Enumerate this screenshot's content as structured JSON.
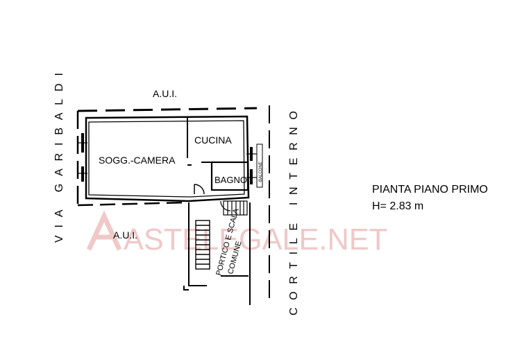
{
  "labels": {
    "street": "VIA GARIBALDI",
    "courtyard": "CORTILE INTERNO",
    "aui_top": "A.U.I.",
    "aui_left": "A.U.I.",
    "room_living": "SOGG.-CAMERA",
    "room_kitchen": "CUCINA",
    "room_bath": "BAGNO",
    "balcony": "BALCONE",
    "portico_line1": "PORTICO E SCALA",
    "portico_line2": "COMUNE"
  },
  "plan_info": {
    "title": "PIANTA PIANO PRIMO",
    "height": "H= 2.83 m"
  },
  "watermark": "ASTELEGALE.NET",
  "colors": {
    "ink": "#000000",
    "watermark": "#f0c8c8"
  }
}
